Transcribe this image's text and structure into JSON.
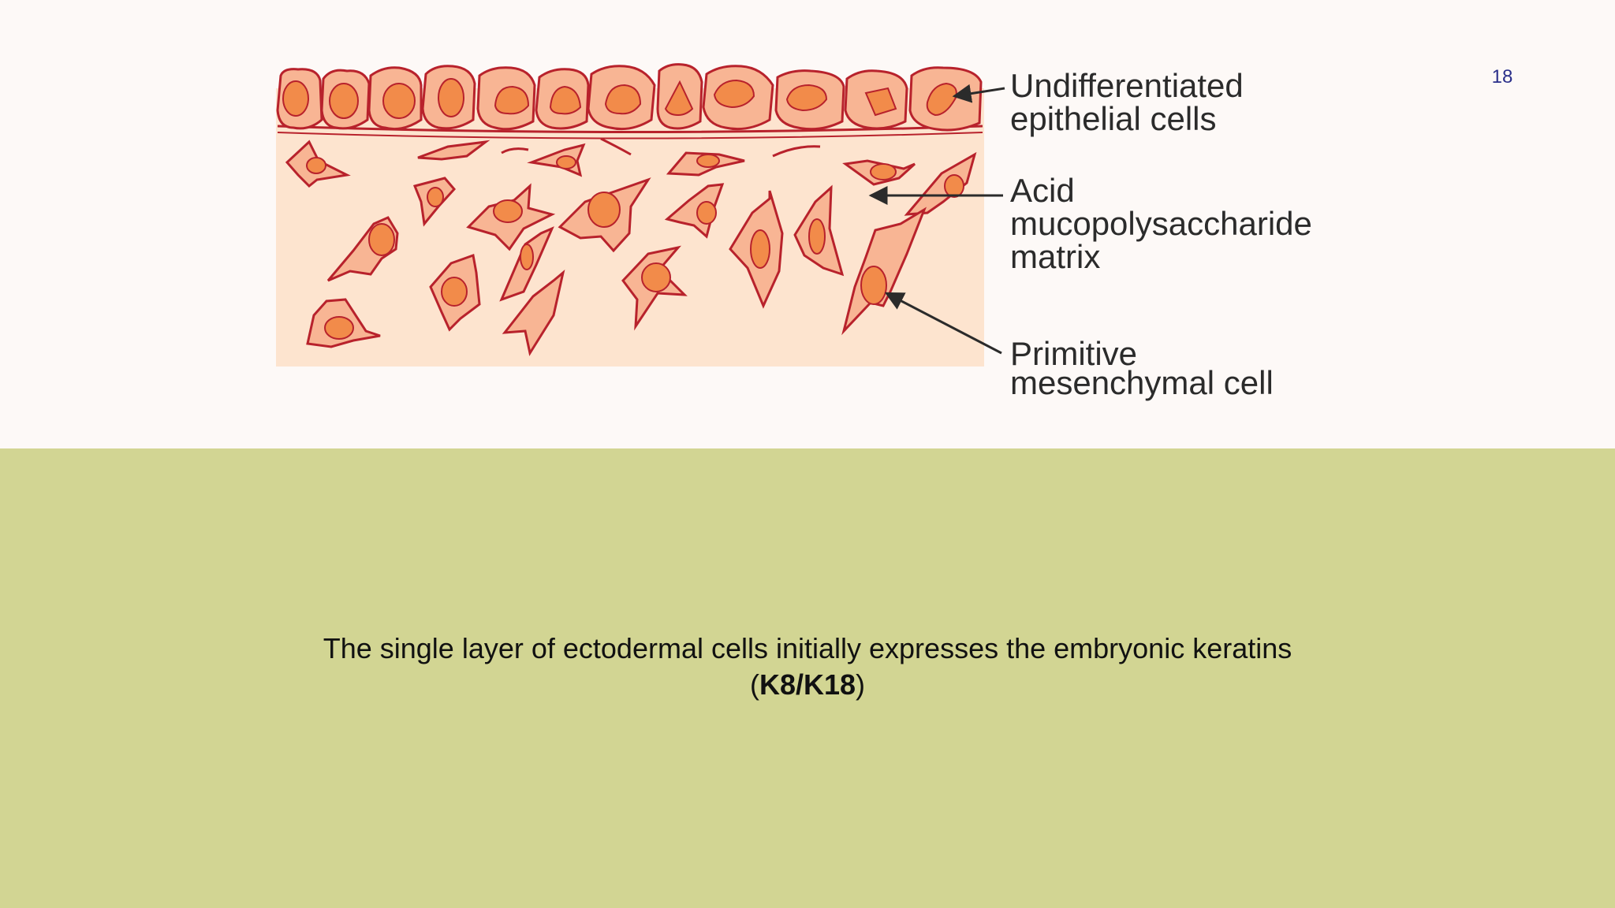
{
  "slide": {
    "page_number": "18",
    "background_top": "#fdf9f7",
    "background_bottom": "#d2d593"
  },
  "diagram": {
    "labels": {
      "epithelial_line1": "Undifferentiated",
      "epithelial_line2": "epithelial cells",
      "matrix_line1": "Acid",
      "matrix_line2": "mucopolysaccharide",
      "matrix_line3": "matrix",
      "mesenchymal_line1": "Primitive",
      "mesenchymal_line2": "mesenchymal cell"
    },
    "colors": {
      "matrix_fill": "#fde4cf",
      "cell_fill": "#f8b594",
      "cell_outline": "#b8222c",
      "nucleus_fill": "#f28b4a",
      "arrow": "#2b2b2b"
    }
  },
  "caption": {
    "text": "The single layer of ectodermal cells initially expresses the embryonic keratins",
    "open_paren": "(",
    "bold": "K8/K18",
    "close_paren": ")"
  }
}
